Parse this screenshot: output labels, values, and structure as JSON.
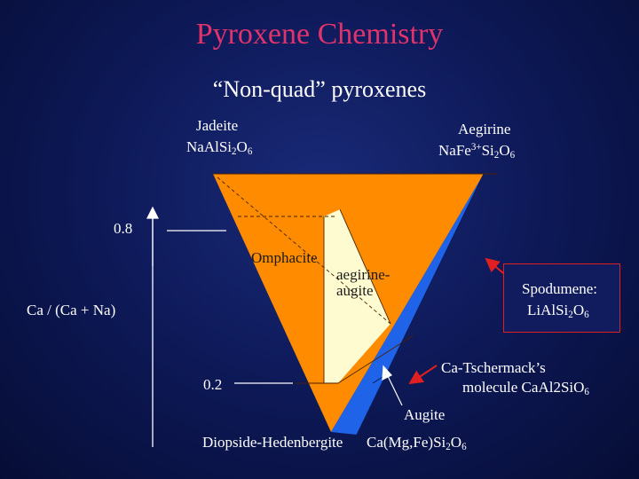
{
  "title": "Pyroxene Chemistry",
  "subtitle": "“Non-quad” pyroxenes",
  "endmembers": {
    "jadeite": {
      "name": "Jadeite",
      "formula": [
        "NaAlSi",
        "2",
        "O",
        "6"
      ]
    },
    "aegirine": {
      "name": "Aegirine",
      "formula": [
        "NaFe",
        "3+",
        "Si",
        "2",
        "O",
        "6"
      ]
    },
    "diopside": {
      "name": "Diopside-Hedenbergite"
    },
    "augite": {
      "name": "Augite",
      "formula": [
        "Ca(Mg,Fe)Si",
        "2",
        "O",
        "6"
      ]
    }
  },
  "fields": {
    "omphacite": "Omphacite",
    "aegirine_augite": [
      "aegirine-",
      "augite"
    ]
  },
  "spodumene": {
    "name": "Spodumene:",
    "formula": [
      "LiAlSi",
      "2",
      "O",
      "6"
    ]
  },
  "tschermak": {
    "line1": "Ca-Tschermack’s",
    "line2_prefix": "molecule  CaAl2SiO",
    "line2_sub": "6"
  },
  "axis": {
    "label": "Ca / (Ca + Na)",
    "tick_high": "0.8",
    "tick_low": "0.2"
  },
  "colors": {
    "title": "#e0336b",
    "orange_field": "#ff8c00",
    "blue_field": "#1f63e8",
    "pale_field": "#fffbd0",
    "arrow": "#e02020"
  }
}
